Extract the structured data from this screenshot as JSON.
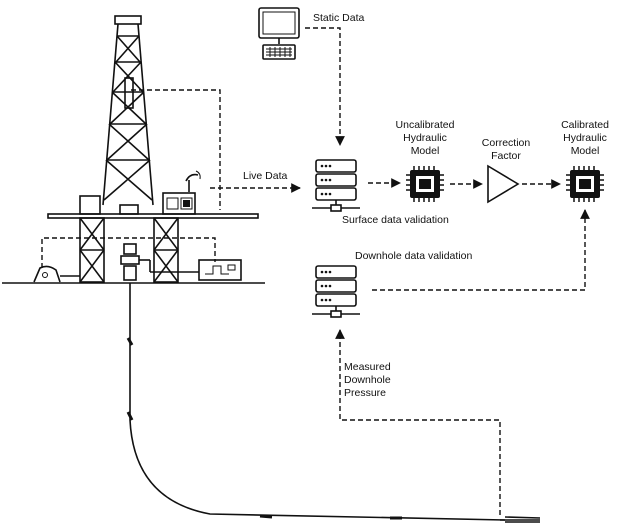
{
  "labels": {
    "static_data": "Static Data",
    "live_data": "Live Data",
    "uncalibrated_model": [
      "Uncalibrated",
      "Hydraulic",
      "Model"
    ],
    "correction_factor": [
      "Correction",
      "Factor"
    ],
    "calibrated_model": [
      "Calibrated",
      "Hydraulic",
      "Model"
    ],
    "surface_validation": "Surface data validation",
    "downhole_validation": "Downhole data validation",
    "measured_pressure": [
      "Measured",
      "Downhole",
      "Pressure"
    ]
  },
  "icons": {
    "computer": "computer-icon",
    "server": "server-icon",
    "chip": "chip-icon",
    "amplifier": "triangle-icon",
    "rig": "drilling-rig-icon"
  },
  "colors": {
    "line": "#111111",
    "background": "#ffffff"
  }
}
